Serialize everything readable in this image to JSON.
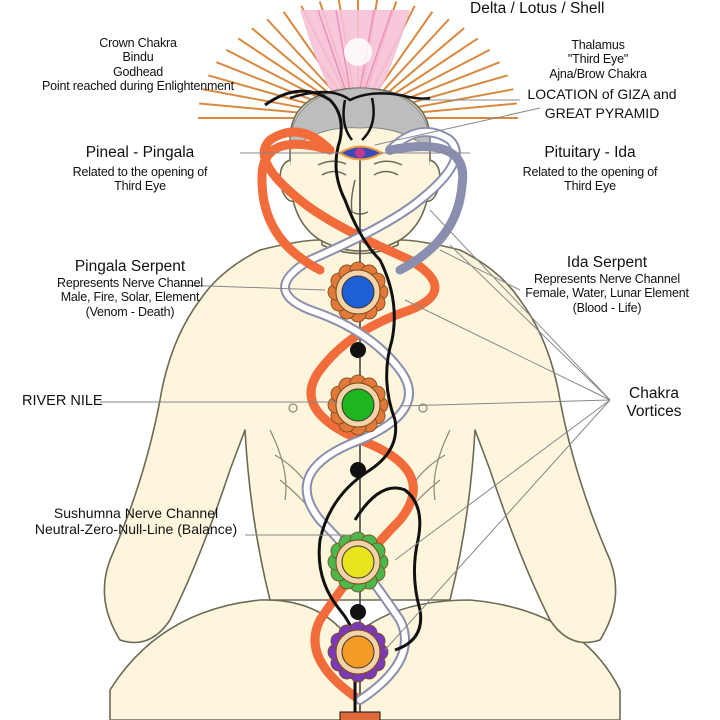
{
  "labels": {
    "top_right": "Delta / Lotus / Shell",
    "crown": [
      "Crown Chakra",
      "Bindu",
      "Godhead",
      "Point reached during Enlightenment"
    ],
    "thalamus": [
      "Thalamus",
      "\"Third Eye\"",
      "Ajna/Brow Chakra"
    ],
    "giza": [
      "LOCATION of GIZA and",
      "GREAT PYRAMID"
    ],
    "pineal": {
      "title": "Pineal - Pingala",
      "lines": [
        "Related to the opening of",
        "Third Eye"
      ]
    },
    "pituitary": {
      "title": "Pituitary - Ida",
      "lines": [
        "Related to the opening of",
        "Third Eye"
      ]
    },
    "pingala": {
      "title": "Pingala Serpent",
      "lines": [
        "Represents Nerve Channel",
        "Male, Fire, Solar, Element",
        "(Venom - Death)"
      ]
    },
    "ida": {
      "title": "Ida Serpent",
      "lines": [
        "Represents Nerve Channel",
        "Female, Water, Lunar Element",
        "(Blood - Life)"
      ]
    },
    "river_nile": "RIVER NILE",
    "chakra_vortices": [
      "Chakra",
      "Vortices"
    ],
    "sushumna": [
      "Sushumna Nerve Channel",
      "Neutral-Zero-Null-Line (Balance)"
    ]
  },
  "colors": {
    "pingala": "#f26b3a",
    "ida": "#ffffff",
    "ida_outline": "#8a8fb0",
    "ray": "#d9893f",
    "lotus": "#f4a9c9",
    "body_fill": "#fdf5dc",
    "body_outline": "#6b6b55",
    "head_shade": "#bdbdbd",
    "chakra_throat": "#1e5fd6",
    "chakra_heart": "#1fb51f",
    "chakra_solar": "#e8e51f",
    "chakra_sacral": "#f59a25",
    "petals": "#e0793a",
    "third_eye": "#3a4ab8"
  }
}
